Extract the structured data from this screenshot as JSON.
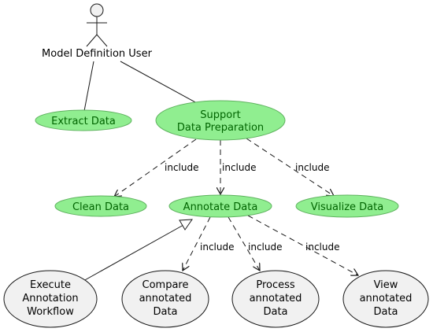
{
  "actor": {
    "label": "Model Definition User"
  },
  "use_cases": {
    "extract": {
      "lines": [
        "Extract Data"
      ]
    },
    "support": {
      "lines": [
        "Support",
        "Data Preparation"
      ]
    },
    "clean": {
      "lines": [
        "Clean Data"
      ]
    },
    "annotate": {
      "lines": [
        "Annotate Data"
      ]
    },
    "visualize": {
      "lines": [
        "Visualize Data"
      ]
    },
    "execute": {
      "lines": [
        "Execute",
        "Annotation",
        "Workflow"
      ]
    },
    "compare": {
      "lines": [
        "Compare",
        "annotated",
        "Data"
      ]
    },
    "process": {
      "lines": [
        "Process",
        "annotated",
        "Data"
      ]
    },
    "view": {
      "lines": [
        "View",
        "annotated",
        "Data"
      ]
    }
  },
  "relations": {
    "support_clean": "include",
    "support_annotate": "include",
    "support_visualize": "include",
    "annotate_compare": "include",
    "annotate_process": "include",
    "annotate_view": "include"
  },
  "colors": {
    "use_case_fill": "#90ee90",
    "use_case_stroke": "#5fb35f",
    "use_case_text": "#006400",
    "gray_fill": "#f1f1f1",
    "line": "#181818"
  }
}
